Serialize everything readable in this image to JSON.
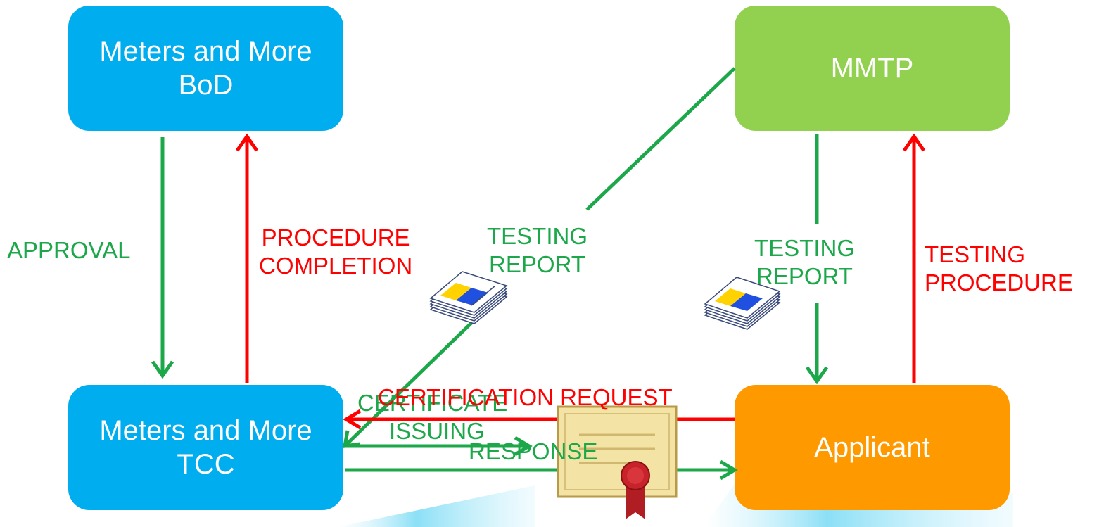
{
  "nodes": {
    "bod": {
      "label": "Meters and More\nBoD",
      "color": "#00aeef"
    },
    "mmtp": {
      "label": "MMTP",
      "color": "#92d050"
    },
    "tcc": {
      "label": "Meters and More\nTCC",
      "color": "#00aeef"
    },
    "applicant": {
      "label": "Applicant",
      "color": "#ff9900"
    }
  },
  "labels": {
    "approval": "APPROVAL",
    "procedure_completion": "PROCEDURE\nCOMPLETION",
    "testing_report_1": "TESTING\nREPORT",
    "testing_report_2": "TESTING\nREPORT",
    "testing_procedure": "TESTING\nPROCEDURE",
    "certification_request": "CERTIFICATION REQUEST",
    "certificate": "CERTIFICATE",
    "issuing": "ISSUING",
    "response": "RESPONSE"
  },
  "colors": {
    "green_arrow": "#1ca84a",
    "red_arrow": "#ff0000",
    "green_text": "#1ca84a",
    "red_text": "#ff0000"
  },
  "icons": [
    "document-stack-icon",
    "document-stack-icon",
    "certificate-icon"
  ]
}
